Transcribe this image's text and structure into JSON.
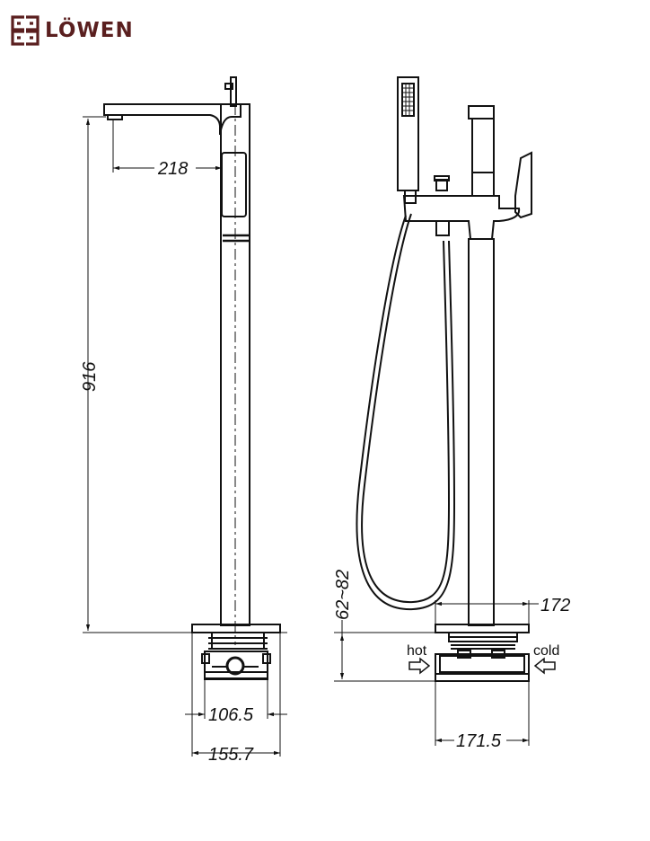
{
  "brand": {
    "name": "LÖWEN",
    "color": "#5a1f1f"
  },
  "dimensions": {
    "spout_reach": "218",
    "total_height": "916",
    "base_inner": "106.5",
    "base_outer": "155.7",
    "floor_range": "62~82",
    "plate_width_top": "172",
    "plate_width_bottom": "171.5"
  },
  "labels": {
    "hot": "hot",
    "cold": "cold"
  },
  "colors": {
    "line": "#111111",
    "background": "#ffffff"
  }
}
